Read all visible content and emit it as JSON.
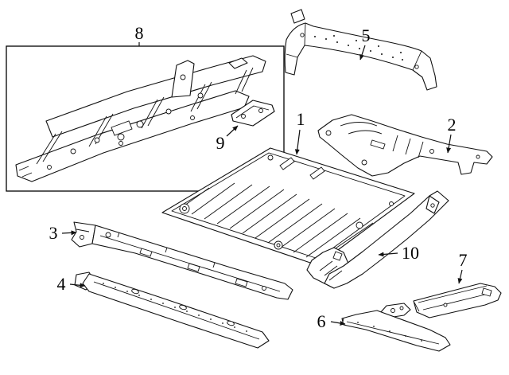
{
  "diagram": {
    "background_color": "#ffffff",
    "line_color": "#111111",
    "callouts": [
      {
        "label": "1"
      },
      {
        "label": "2"
      },
      {
        "label": "3"
      },
      {
        "label": "4"
      },
      {
        "label": "5"
      },
      {
        "label": "6"
      },
      {
        "label": "7"
      },
      {
        "label": "8"
      },
      {
        "label": "9"
      },
      {
        "label": "10"
      }
    ]
  }
}
